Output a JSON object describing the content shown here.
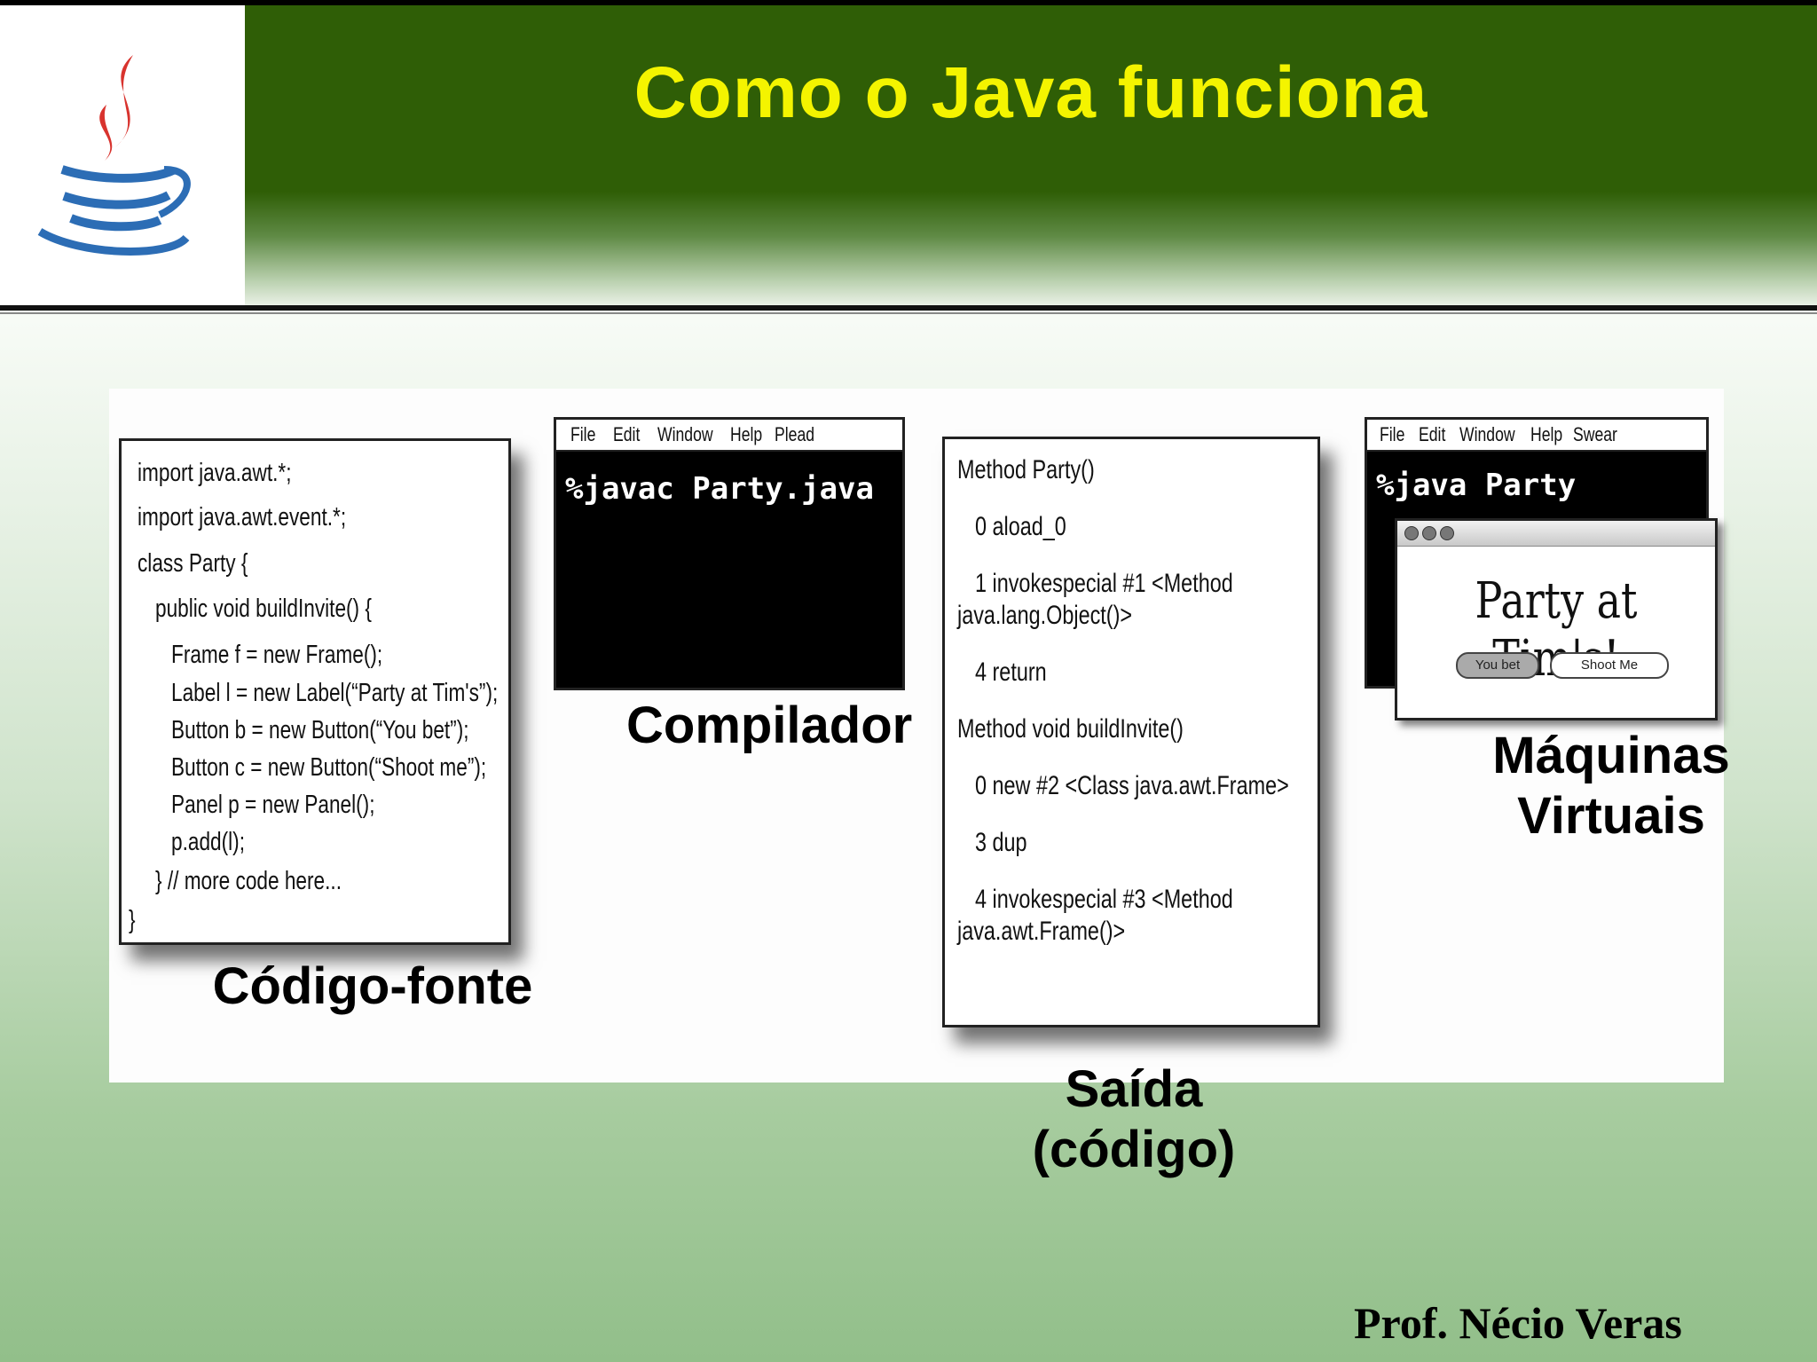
{
  "header": {
    "title": "Como o Java funciona"
  },
  "source_code": {
    "lines": [
      "import java.awt.*;",
      "import java.awt.event.*;",
      "class Party {",
      "public void buildInvite() {",
      "Frame f = new Frame();",
      "Label l = new Label(“Party at Tim's”);",
      "Button b = new Button(“You bet”);",
      "Button c = new Button(“Shoot me”);",
      "Panel p = new Panel();",
      "p.add(l);",
      "} // more code here...",
      "}"
    ],
    "label": "Código-fonte"
  },
  "compiler": {
    "menu": [
      "File",
      "Edit",
      "Window",
      "Help",
      "Plead"
    ],
    "command": "%javac Party.java",
    "label": "Compilador"
  },
  "output": {
    "lines": [
      "Method Party()",
      "0 aload_0",
      "1 invokespecial #1 <Method",
      "java.lang.Object()>",
      "4 return",
      "Method void buildInvite()",
      "0 new #2 <Class java.awt.Frame>",
      "3 dup",
      "4 invokespecial #3 <Method",
      "java.awt.Frame()>"
    ],
    "label_line1": "Saída",
    "label_line2": "(código)"
  },
  "vm": {
    "menu": [
      "File",
      "Edit",
      "Window",
      "Help",
      "Swear"
    ],
    "command": "%java Party",
    "window_text": "Party at Tim's!",
    "button_yes": "You bet",
    "button_no": "Shoot Me",
    "label_line1": "Máquinas",
    "label_line2": "Virtuais"
  },
  "footer": {
    "author": "Prof. Nécio Veras"
  },
  "colors": {
    "header_green": "#2f5e06",
    "title_yellow": "#f4f400"
  }
}
